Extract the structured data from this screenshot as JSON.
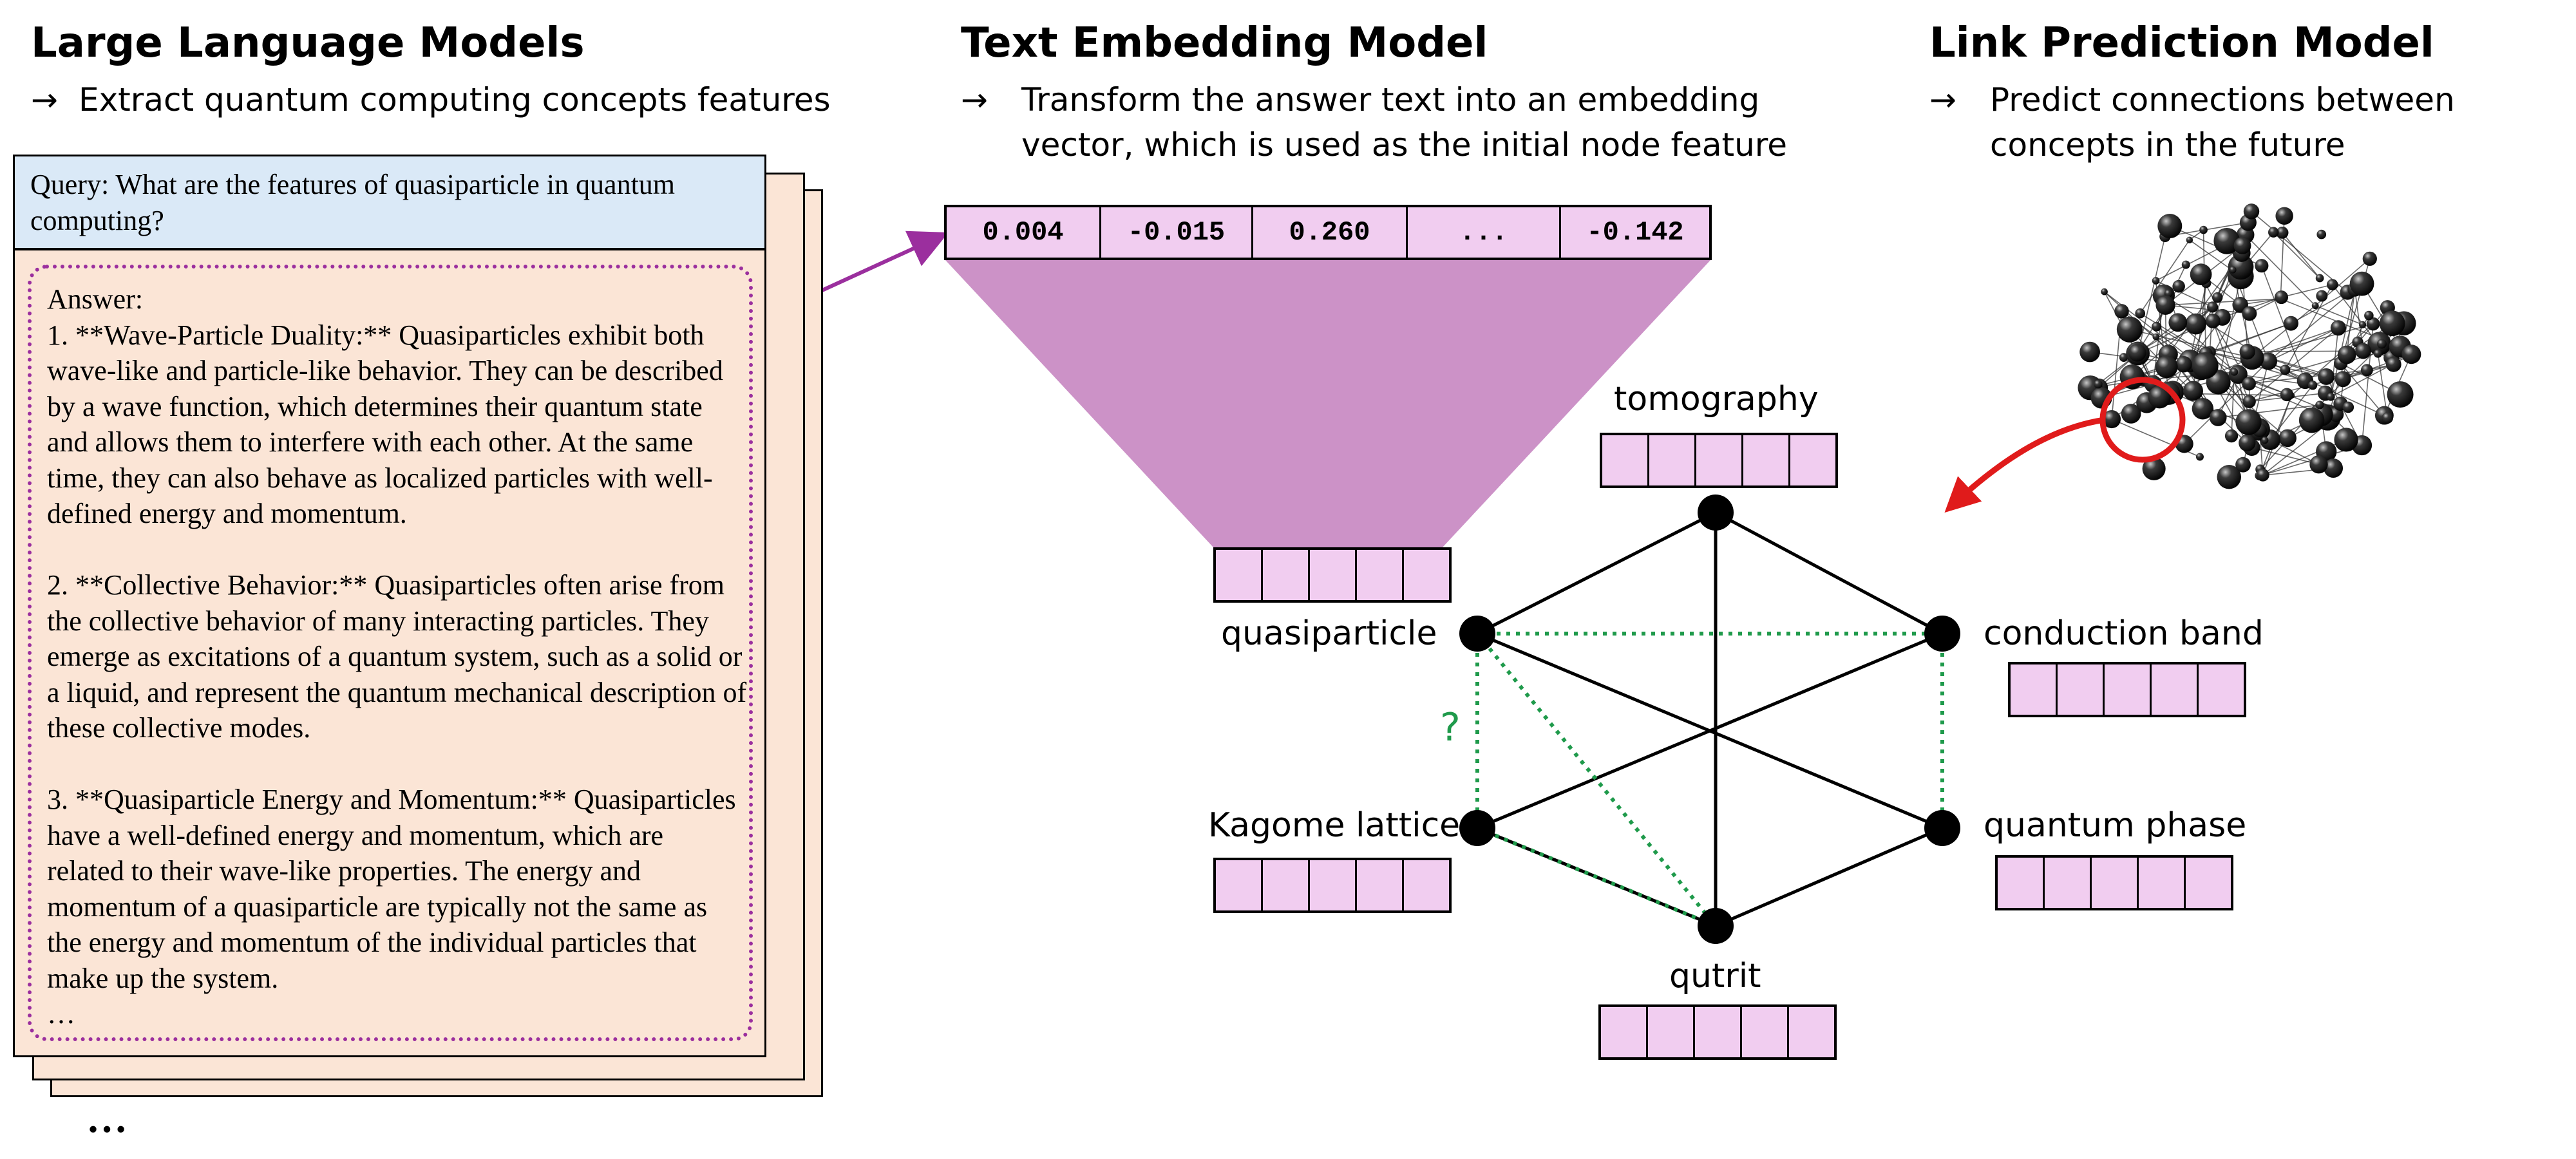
{
  "sections": {
    "llm": {
      "title": "Large Language Models",
      "arrow": "→",
      "subtitle": "Extract quantum computing concepts features"
    },
    "embedding": {
      "title": "Text Embedding Model",
      "arrow": "→",
      "subtitle": "Transform the answer text into an embedding vector, which is used as the initial node feature"
    },
    "link": {
      "title": "Link Prediction Model",
      "arrow": "→",
      "subtitle": "Predict connections between concepts in the future"
    }
  },
  "document": {
    "query": "Query: What are the features of quasiparticle in quantum computing?",
    "answer_lines": [
      "Answer:",
      "1. **Wave-Particle Duality:** Quasiparticles exhibit both",
      "wave-like and particle-like behavior. They can be described",
      "by a wave function, which determines their quantum state",
      "and allows them to interfere with each other. At the same",
      "time, they can also behave as localized particles with well-",
      "defined energy and momentum.",
      "",
      "2. **Collective Behavior:** Quasiparticles often arise from",
      "the collective behavior of many interacting particles. They",
      "emerge as excitations of a quantum system, such as a solid or",
      "a liquid, and represent the quantum mechanical description of",
      "these collective modes.",
      "",
      "3. **Quasiparticle Energy and Momentum:** Quasiparticles",
      "have a well-defined energy and momentum, which are",
      "related to their wave-like properties. The energy and",
      "momentum of a quasiparticle are typically not the same as",
      "the energy and momentum of the individual particles that",
      "make up the system.",
      "…"
    ],
    "more": "…"
  },
  "embedding_vector": [
    "0.004",
    "-0.015",
    "0.260",
    "...",
    "-0.142"
  ],
  "graph": {
    "nodes": [
      {
        "id": "tomography",
        "label": "tomography"
      },
      {
        "id": "quasiparticle",
        "label": "quasiparticle"
      },
      {
        "id": "conduction_band",
        "label": "conduction band"
      },
      {
        "id": "kagome_lattice",
        "label": "Kagome lattice"
      },
      {
        "id": "quantum_phase",
        "label": "quantum phase"
      },
      {
        "id": "qutrit",
        "label": "qutrit"
      }
    ],
    "question_mark": "?"
  },
  "colors": {
    "query_bg": "#dae9f7",
    "answer_bg": "#fbe5d6",
    "answer_border": "#9b2f9e",
    "arrow_purple": "#9b2f9e",
    "funnel": "#cc92c7",
    "feature_cell": "#f1cdf0",
    "predicted_edge": "#1f9a4b",
    "highlight_red": "#e01b1b"
  }
}
